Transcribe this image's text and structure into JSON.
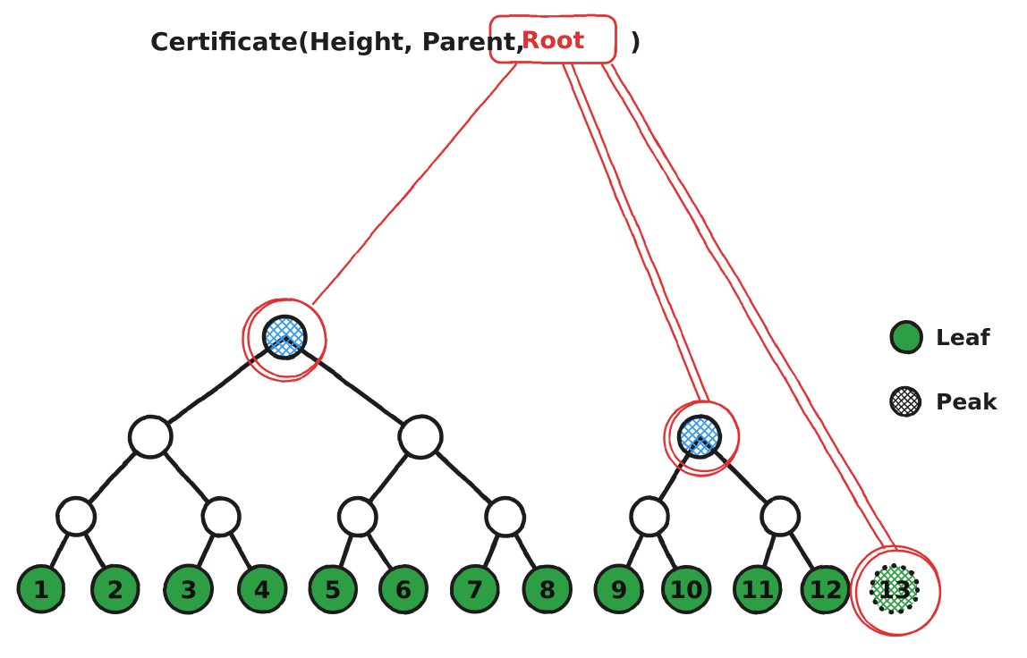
{
  "header": {
    "prefix": "Certificate(Height, Parent,",
    "root_label": "Root",
    "suffix": ")"
  },
  "legend": {
    "leaf_label": "Leaf",
    "peak_label": "Peak"
  },
  "tree": {
    "leaves": [
      "1",
      "2",
      "3",
      "4",
      "5",
      "6",
      "7",
      "8",
      "9",
      "10",
      "11",
      "12",
      "13"
    ],
    "peaks": [
      "root-of-leaves-1-8",
      "root-of-leaves-9-12",
      "leaf-13"
    ],
    "root_connects_to_peaks": 3
  },
  "colors": {
    "leaf_fill": "#2f9e44",
    "peak_hatch_blue": "#339af0",
    "single_peak_hatch_green": "#2f9e44",
    "accent_red": "#e03131",
    "ink": "#1e1e1e"
  }
}
